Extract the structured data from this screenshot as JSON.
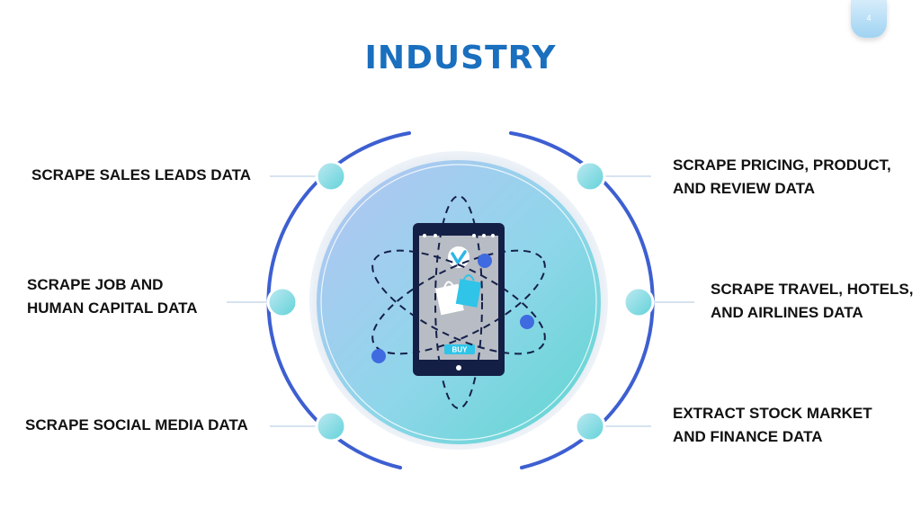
{
  "page_number": "4",
  "title": "INDUSTRY",
  "items": {
    "left_1": "SCRAPE SALES LEADS DATA",
    "left_2_line1": "SCRAPE JOB AND",
    "left_2_line2": "HUMAN CAPITAL DATA",
    "left_3": "SCRAPE SOCIAL MEDIA DATA",
    "right_1_line1": "SCRAPE PRICING, PRODUCT,",
    "right_1_line2": "AND REVIEW DATA",
    "right_2_line1": "SCRAPE TRAVEL, HOTELS,",
    "right_2_line2": "AND AIRLINES DATA",
    "right_3_line1": "EXTRACT STOCK MARKET",
    "right_3_line2": "AND FINANCE DATA"
  },
  "phone": {
    "buy_label": "BUY"
  },
  "colors": {
    "title": "#1a6fbe",
    "ring": "#3d5fd1",
    "node": "#7ed6de",
    "accent": "#3f6ae0"
  }
}
